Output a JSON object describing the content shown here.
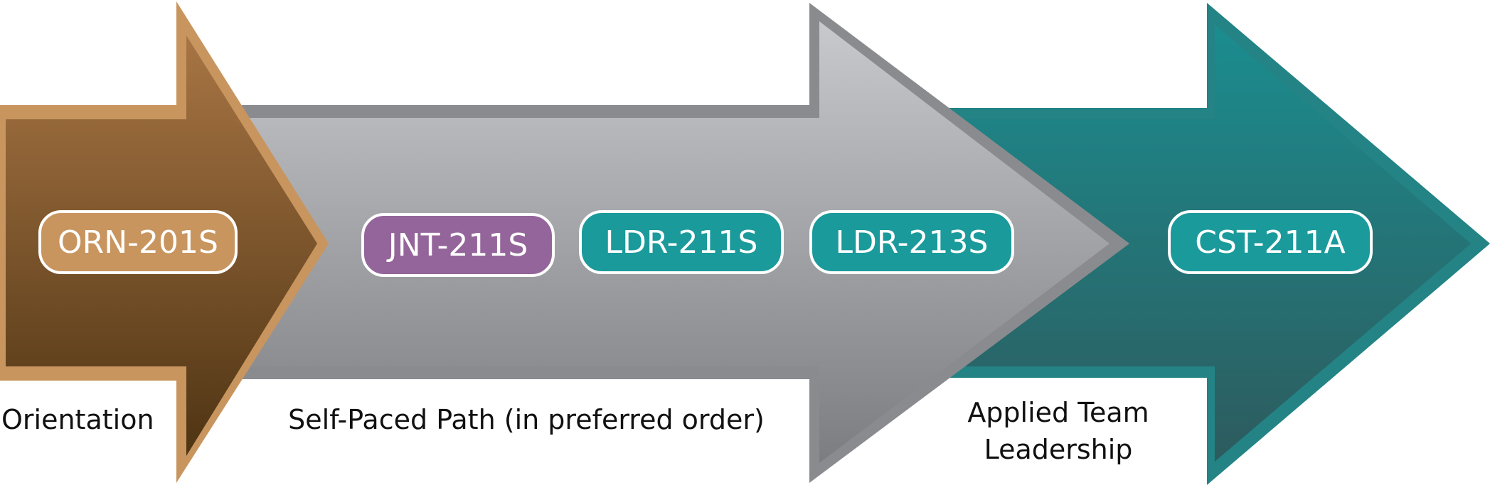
{
  "stages": [
    {
      "id": "orientation",
      "caption_lines": [
        "Orientation"
      ],
      "color": "#c8955f"
    },
    {
      "id": "self-paced",
      "caption_lines": [
        "Self-Paced Path (in preferred order)"
      ],
      "color": "#9c9da0"
    },
    {
      "id": "applied-team-leadership",
      "caption_lines": [
        "Applied Team",
        "Leadership"
      ],
      "color": "#1f8c8c"
    }
  ],
  "courses": [
    {
      "code": "ORN-201S",
      "stage": "orientation",
      "color": "#c8955f"
    },
    {
      "code": "JNT-211S",
      "stage": "self-paced",
      "color": "#94659a"
    },
    {
      "code": "LDR-211S",
      "stage": "self-paced",
      "color": "#1a9a9b"
    },
    {
      "code": "LDR-213S",
      "stage": "self-paced",
      "color": "#1a9a9b"
    },
    {
      "code": "CST-211A",
      "stage": "applied-team-leadership",
      "color": "#1a9a9b"
    }
  ]
}
